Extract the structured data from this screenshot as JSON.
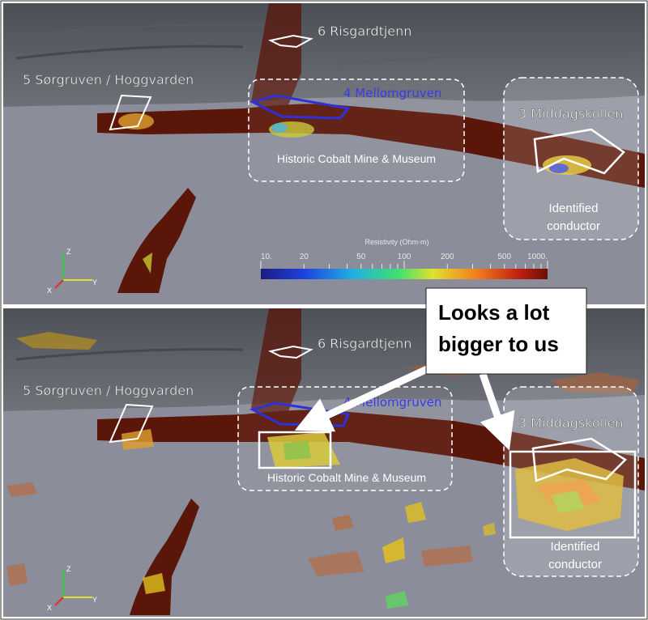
{
  "top_panel": {
    "sites": {
      "risgardtjenn": "6 Risgardtjenn",
      "sorgruven": "5 Sørgruven / Hoggvarden",
      "mellomgruven": "4 Mellomgruven",
      "middagskollen": "3 Middagskollen"
    },
    "annotations": {
      "museum": "Historic Cobalt Mine & Museum",
      "conductor_line1": "Identified",
      "conductor_line2": "conductor"
    },
    "colorbar": {
      "title": "Resistivity (Ohm-m)",
      "ticks": [
        "10.",
        "20",
        "50",
        "100",
        "200",
        "500",
        "1000."
      ]
    },
    "axes": {
      "z": "Z",
      "x": "X",
      "y": "Y"
    }
  },
  "bottom_panel": {
    "sites": {
      "risgardtjenn": "6 Risgardtjenn",
      "sorgruven": "5 Sørgruven / Hoggvarden",
      "mellomgruven": "4 Mellomgruven",
      "middagskollen": "3 Middagskollen"
    },
    "annotations": {
      "museum": "Historic Cobalt Mine & Museum",
      "conductor_line1": "Identified",
      "conductor_line2": "conductor"
    },
    "axes": {
      "z": "Z",
      "x": "X",
      "y": "Y"
    }
  },
  "callout": {
    "line1": "Looks a lot",
    "line2": "bigger to us"
  },
  "colors": {
    "terrain": "#6b6c74",
    "sky": "#8f91a0",
    "resistor": "#5a1608",
    "highlight_blue": "#3030d8",
    "callout_bg": "#ffffff"
  }
}
